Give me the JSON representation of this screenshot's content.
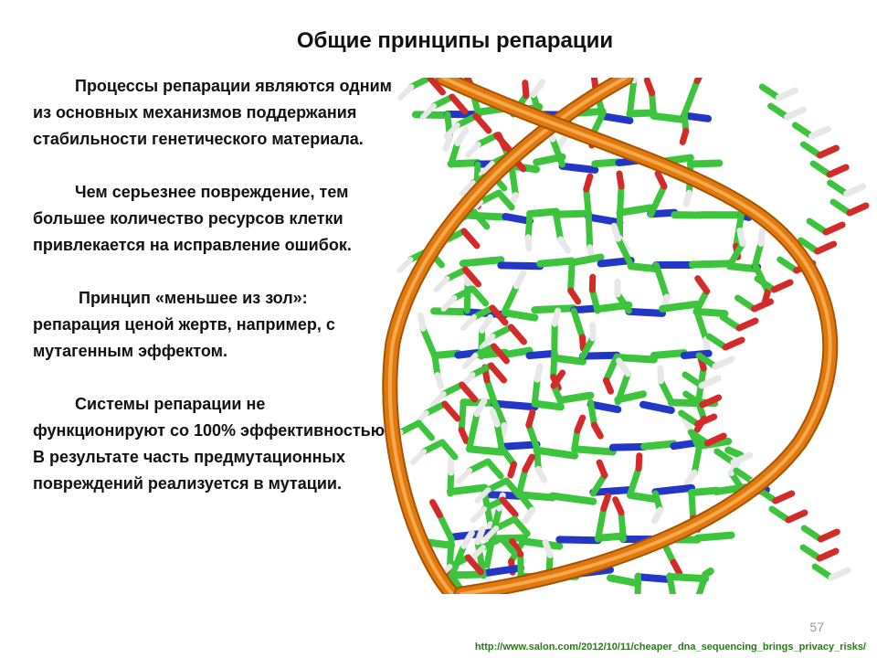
{
  "slide": {
    "title": "Общие принципы репарации",
    "paragraphs": [
      "Процессы репарации являются одним из основных механизмов поддержания стабильности генетического материала.",
      "Чем серьезнее повреждение, тем большее количество ресурсов клетки привлекается на исправление ошибок.",
      "Принцип «меньшее из зол»: репарация ценой жертв, например, с мутагенным эффектом.",
      "Системы репарации не функционируют со 100% эффективностью. В результате часть предмутационных повреждений реализуется в мутации."
    ],
    "page_number": "57",
    "source_url": "http://www.salon.com/2012/10/11/cheaper_dna_sequencing_brings_privacy_risks/"
  },
  "colors": {
    "backbone": "#e07a10",
    "backbone_light": "#f6a84a",
    "carbon": "#3cc43c",
    "nitrogen": "#2236c8",
    "oxygen": "#d42a2a",
    "hydrogen": "#e8e8e8"
  }
}
